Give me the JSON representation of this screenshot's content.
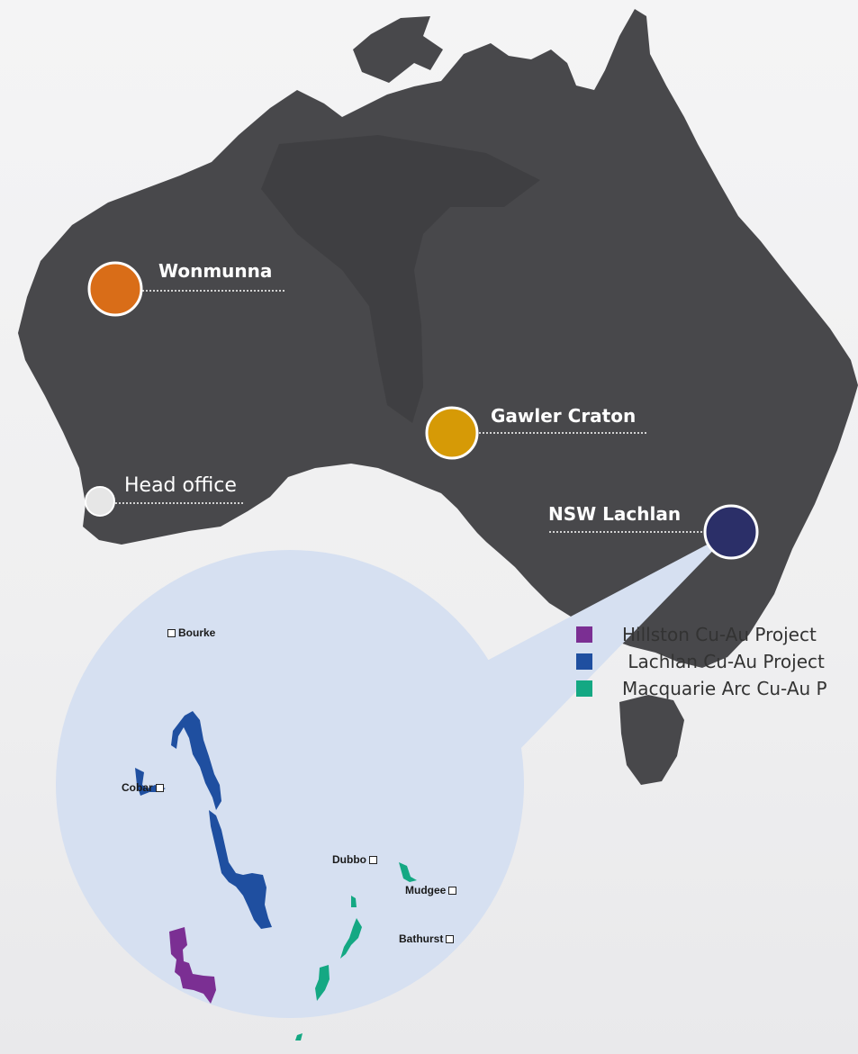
{
  "locations": {
    "wonmunna": {
      "label": "Wonmunna",
      "color": "#d96d18"
    },
    "gawler": {
      "label": "Gawler Craton",
      "color": "#d69a06"
    },
    "nsw": {
      "label": "NSW Lachlan",
      "color": "#2b2f68"
    },
    "head_office": {
      "label": "Head office",
      "color": "#e6e6e6"
    }
  },
  "towns": {
    "bourke": "Bourke",
    "cobar": "Cobar",
    "dubbo": "Dubbo",
    "mudgee": "Mudgee",
    "bathurst": "Bathurst"
  },
  "legend": [
    {
      "label": "Hillston Cu-Au Project",
      "color": "#7b2f93"
    },
    {
      "label": " Lachlan Cu-Au Project",
      "color": "#1f4fa0"
    },
    {
      "label": "Macquarie Arc Cu-Au P",
      "color": "#14a883"
    }
  ],
  "colors": {
    "land": "#48484b",
    "land_shade": "#3e3e41",
    "inset": "#d6e0f1"
  }
}
